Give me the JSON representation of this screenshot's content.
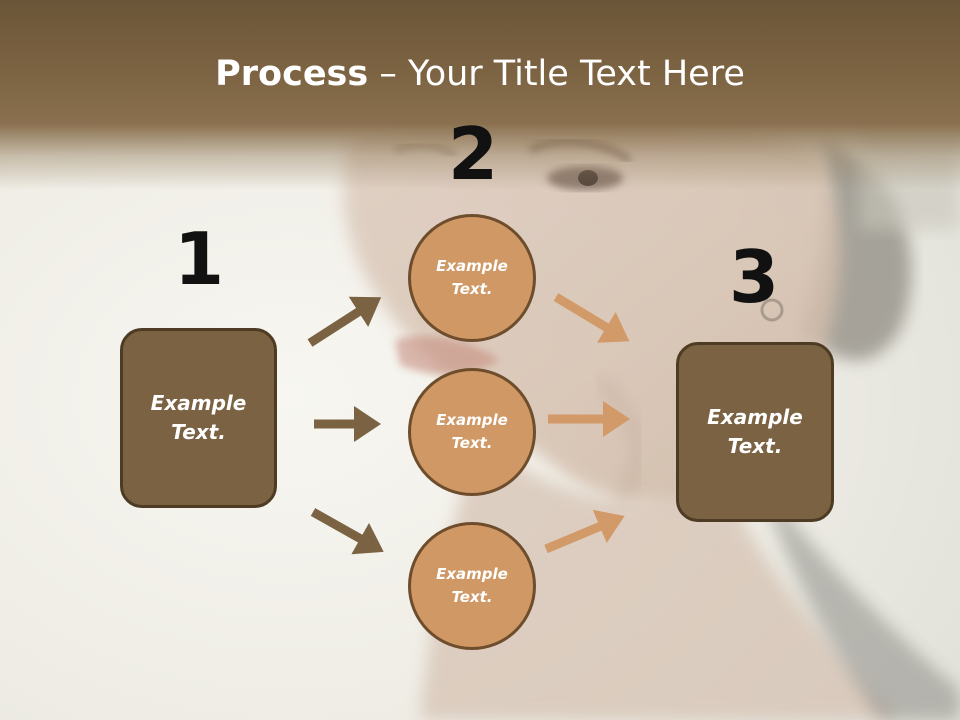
{
  "title": {
    "bold": "Process",
    "rest": " – Your Title Text Here"
  },
  "steps": [
    {
      "number": "1",
      "label": "Example Text."
    },
    {
      "number": "2",
      "labels": [
        "Example Text.",
        "Example Text.",
        "Example Text."
      ]
    },
    {
      "number": "3",
      "label": "Example Text."
    }
  ],
  "colors": {
    "title_band": "#7d6443",
    "box_fill": "#7a6242",
    "circle_fill": "#cf9865",
    "arrow_dark": "#7a6242",
    "arrow_light": "#d29a68"
  }
}
